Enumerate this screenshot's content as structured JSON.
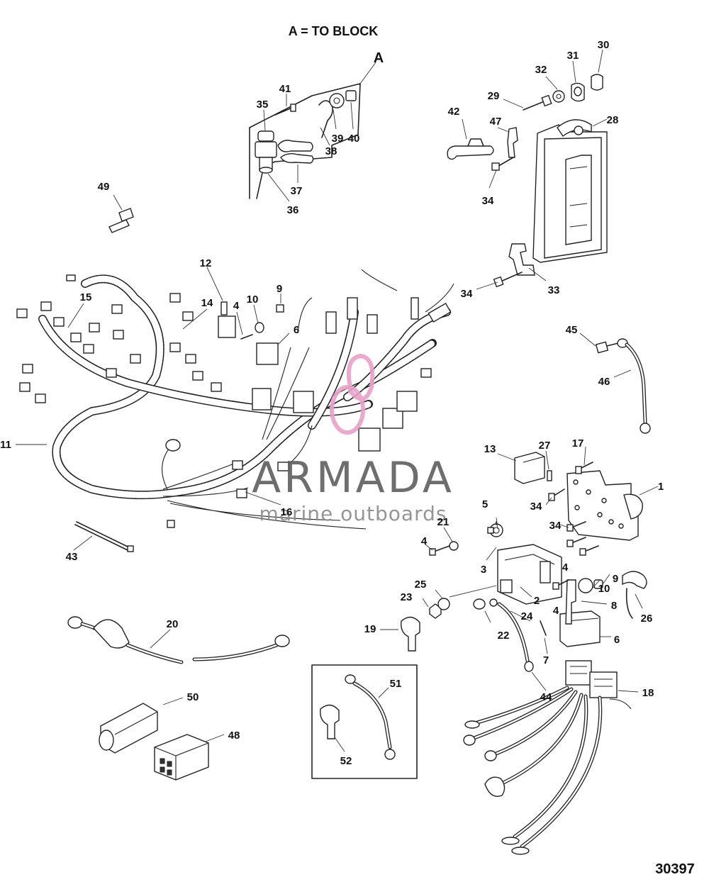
{
  "header": "A = TO BLOCK",
  "detail_letter": "A",
  "figure_number": "30397",
  "watermark": {
    "brand": "ARMADA",
    "tagline": "marine outboards",
    "color": "#e8a0c8"
  },
  "callouts": [
    "1",
    "2",
    "3",
    "4",
    "5",
    "6",
    "7",
    "8",
    "9",
    "10",
    "11",
    "12",
    "13",
    "14",
    "15",
    "16",
    "17",
    "18",
    "19",
    "20",
    "21",
    "22",
    "23",
    "24",
    "25",
    "26",
    "27",
    "28",
    "29",
    "30",
    "31",
    "32",
    "33",
    "34",
    "35",
    "36",
    "37",
    "38",
    "39",
    "40",
    "41",
    "42",
    "43",
    "44",
    "45",
    "46",
    "47",
    "48",
    "49",
    "50",
    "51",
    "52"
  ]
}
